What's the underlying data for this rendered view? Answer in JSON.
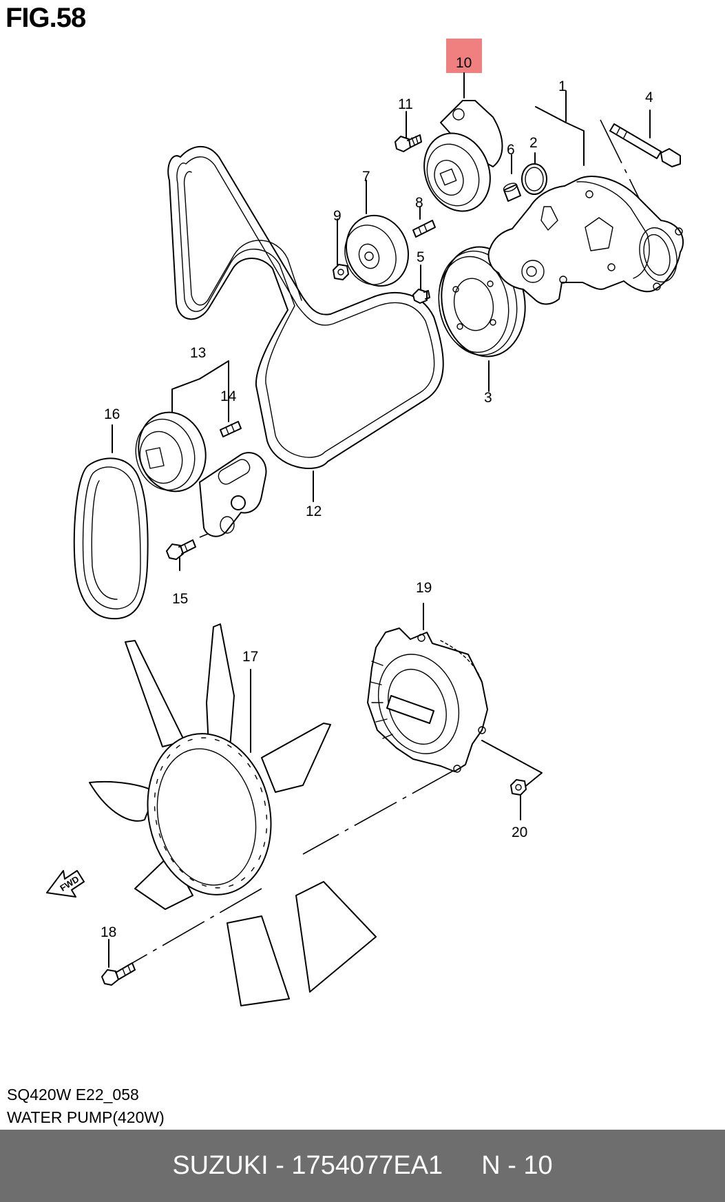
{
  "figure": {
    "title": "FIG.58"
  },
  "highlight_color": "#f08080",
  "callouts": [
    {
      "id": "c1",
      "label": "1"
    },
    {
      "id": "c2",
      "label": "2"
    },
    {
      "id": "c3",
      "label": "3"
    },
    {
      "id": "c4",
      "label": "4"
    },
    {
      "id": "c5",
      "label": "5"
    },
    {
      "id": "c6",
      "label": "6"
    },
    {
      "id": "c7",
      "label": "7"
    },
    {
      "id": "c8",
      "label": "8"
    },
    {
      "id": "c9",
      "label": "9"
    },
    {
      "id": "c10",
      "label": "10",
      "highlighted": true
    },
    {
      "id": "c11",
      "label": "11"
    },
    {
      "id": "c12",
      "label": "12"
    },
    {
      "id": "c13",
      "label": "13"
    },
    {
      "id": "c14",
      "label": "14"
    },
    {
      "id": "c15",
      "label": "15"
    },
    {
      "id": "c16",
      "label": "16"
    },
    {
      "id": "c17",
      "label": "17"
    },
    {
      "id": "c18",
      "label": "18"
    },
    {
      "id": "c19",
      "label": "19"
    },
    {
      "id": "c20",
      "label": "20"
    }
  ],
  "fwd_arrow": {
    "label": "FWD"
  },
  "meta": {
    "code": "SQ420W E22_058",
    "name": "WATER PUMP(420W)"
  },
  "footer": {
    "part": "SUZUKI - 1754077EA1",
    "ref": "N - 10",
    "background": "#6e6e6e"
  }
}
